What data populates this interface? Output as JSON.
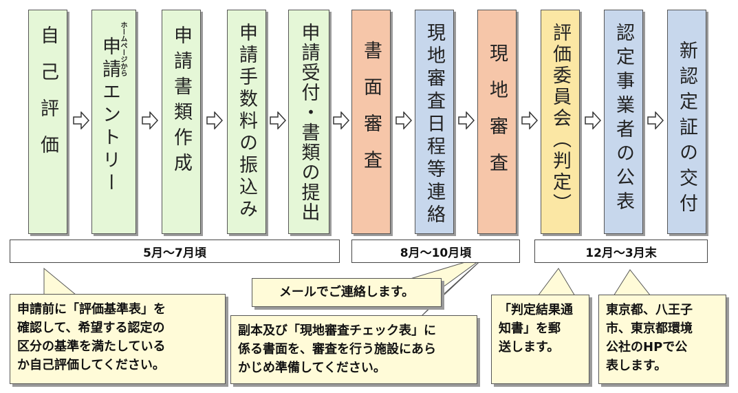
{
  "steps": [
    {
      "label": "自己評価",
      "color": "#e5f7d7"
    },
    {
      "label": "申請エントリー",
      "note": "ホームページから",
      "color": "#e5f7d7"
    },
    {
      "label": "申請書類作成",
      "color": "#e5f7d7"
    },
    {
      "label": "申請手数料の振込み",
      "color": "#e5f7d7"
    },
    {
      "label": "申請受付・書類の提出",
      "color": "#e5f7d7"
    },
    {
      "label": "書面審査",
      "color": "#f6c6a9"
    },
    {
      "label": "現地審査日程等連絡",
      "color": "#c7d7ec"
    },
    {
      "label": "現地審査",
      "color": "#f6c6a9"
    },
    {
      "label": "評価委員会（判定）",
      "color": "#fbe7a4"
    },
    {
      "label": "認定事業者の公表",
      "color": "#c7d7ec"
    },
    {
      "label": "新認定証の交付",
      "color": "#c7d7ec"
    }
  ],
  "periods": [
    "5月～7月頃",
    "8月～10月頃",
    "12月～3月末"
  ],
  "callouts": {
    "self_eval": "申請前に「評価基準表」を\n確認して、希望する認定の\n区分の基準を満たしている\nか自己評価してください。",
    "mail": "メールでご連絡します。",
    "documents": "副本及び「現地審査チェック表」に\n係る書面を、審査を行う施設にあら\nかじめ準備してください。",
    "judgement": "「判定結果通\n知書」を郵\n送します。",
    "publish": "東京都、八王子\n市、東京都環境\n公社のHPで公\n表します。"
  }
}
